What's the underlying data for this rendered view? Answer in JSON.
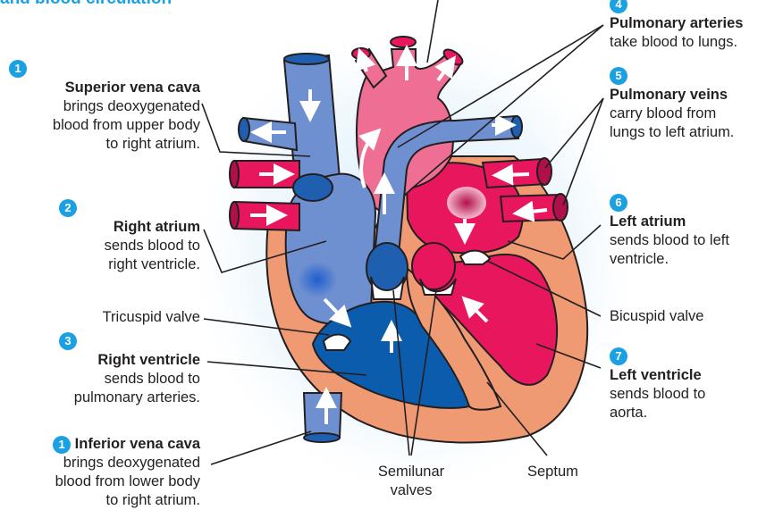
{
  "title_fragment": "and blood circulation",
  "numbers": {
    "n1": "1",
    "n2": "2",
    "n3": "3",
    "n4": "4",
    "n5": "5",
    "n6": "6",
    "n7": "7"
  },
  "labels": {
    "svc": {
      "head": "Superior vena cava",
      "l1": "brings deoxygenated",
      "l2": "blood from upper body",
      "l3": "to right atrium."
    },
    "ra": {
      "head": "Right atrium",
      "l1": "sends blood to",
      "l2": "right ventricle."
    },
    "tricuspid": "Tricuspid valve",
    "rv": {
      "head": "Right ventricle",
      "l1": "sends blood to",
      "l2": "pulmonary arteries."
    },
    "ivc": {
      "head": "Inferior vena cava",
      "l1": "brings deoxygenated",
      "l2": "blood from lower body",
      "l3": "to right atrium."
    },
    "pa": {
      "head": "Pulmonary arteries",
      "l1": "take blood to lungs."
    },
    "pv": {
      "head": "Pulmonary veins",
      "l1": "carry blood from",
      "l2": "lungs to left atrium."
    },
    "la": {
      "head": "Left atrium",
      "l1": "sends blood to left",
      "l2": "ventricle."
    },
    "bicuspid": "Bicuspid valve",
    "lv": {
      "head": "Left ventricle",
      "l1": "sends blood to",
      "l2": "aorta."
    },
    "semilunar": {
      "l1": "Semilunar",
      "l2": "valves"
    },
    "septum": "Septum"
  },
  "colors": {
    "title": "#1ba1e2",
    "badge": "#1ba1e2",
    "deoxygenated": "#6e8fd0",
    "deoxygenated_dark": "#1f5fb0",
    "oxygenated": "#e8175d",
    "aorta": "#ef6f94",
    "muscle": "#f09a73",
    "outline": "#231f20"
  }
}
